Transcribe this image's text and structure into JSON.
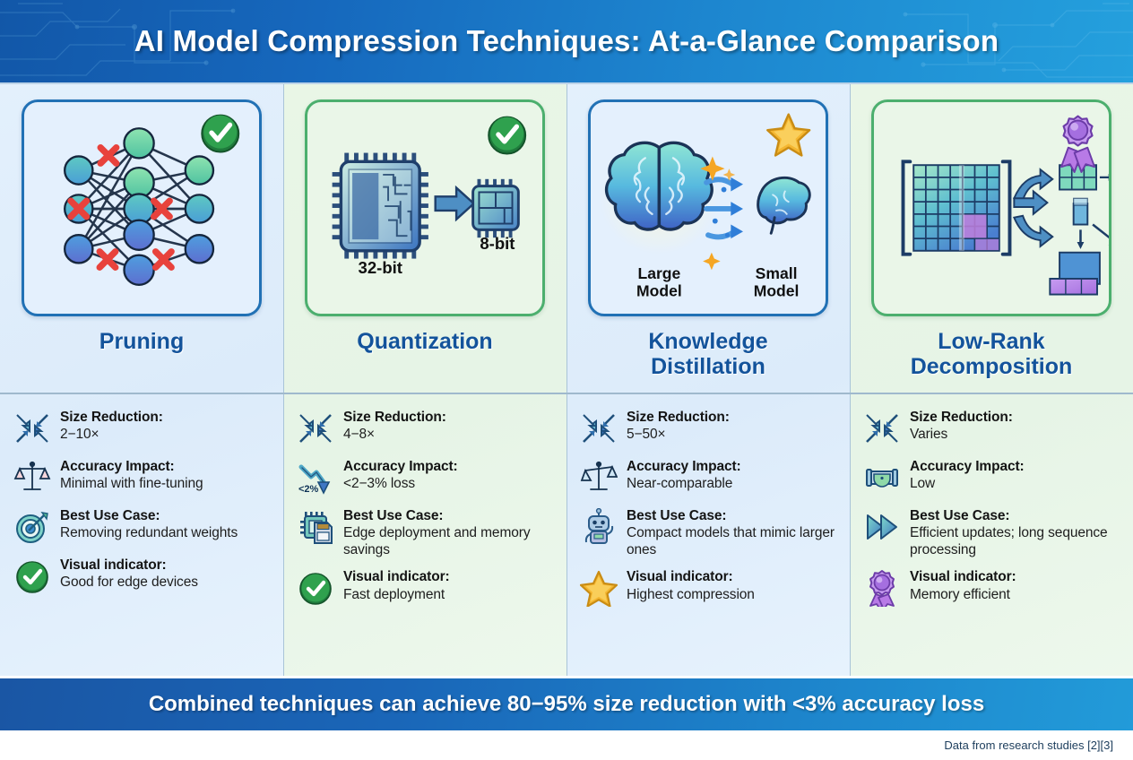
{
  "header": {
    "title": "AI Model Compression Techniques: At-a-Glance Comparison"
  },
  "banner": {
    "text": "Combined techniques can achieve 80−95% size reduction with <3% accuracy loss"
  },
  "footer": {
    "text": "Data from research studies [2][3]"
  },
  "labels": {
    "size_reduction": "Size Reduction:",
    "accuracy_impact": "Accuracy Impact:",
    "best_use_case": "Best Use Case:",
    "visual_indicator": "Visual indicator:"
  },
  "colors": {
    "header_start": "#1257a8",
    "header_end": "#24a0dd",
    "title_blue": "#13539b",
    "card_border_blue": "#2171b5",
    "card_border_green": "#4caf6e",
    "column_blue_bg": "#e3f0fc",
    "column_green_bg": "#e9f6e6",
    "badge_green": "#2e9e4f",
    "badge_star": "#f5b731",
    "badge_ribbon": "#a96fe0"
  },
  "columns": [
    {
      "name": "Pruning",
      "tint": "blue",
      "card_tint": "blue",
      "illustration": "neural-network-pruning",
      "badge": "check-badge",
      "card_labels": [],
      "details": [
        {
          "icon": "compress-arrows-icon",
          "label": "Size Reduction:",
          "value": "2−10×"
        },
        {
          "icon": "balance-scale-icon",
          "label": "Accuracy Impact:",
          "value": "Minimal with fine-tuning"
        },
        {
          "icon": "target-dart-icon",
          "label": "Best Use Case:",
          "value": "Removing redundant weights"
        },
        {
          "icon": "check-circle-icon",
          "label": "Visual indicator:",
          "value": "Good for edge devices"
        }
      ]
    },
    {
      "name": "Quantization",
      "tint": "green",
      "card_tint": "green",
      "illustration": "chip-32bit-to-8bit",
      "badge": "check-badge",
      "card_labels": [
        "32-bit",
        "8-bit"
      ],
      "details": [
        {
          "icon": "compress-arrows-icon",
          "label": "Size Reduction:",
          "value": "4−8×"
        },
        {
          "icon": "down-trend-arrow-icon",
          "label": "Accuracy Impact:",
          "value": "<2−3% loss",
          "icon_text": "<2%"
        },
        {
          "icon": "chip-memory-card-icon",
          "label": "Best Use Case:",
          "value": "Edge deployment and memory savings"
        },
        {
          "icon": "check-circle-icon",
          "label": "Visual indicator:",
          "value": "Fast deployment"
        }
      ]
    },
    {
      "name": "Knowledge\nDistillation",
      "tint": "blue",
      "card_tint": "blue",
      "illustration": "large-brain-to-small-brain",
      "badge": "star-badge",
      "card_labels": [
        "Large\nModel",
        "Small\nModel"
      ],
      "details": [
        {
          "icon": "compress-arrows-icon",
          "label": "Size Reduction:",
          "value": "5−50×"
        },
        {
          "icon": "balance-scale-icon",
          "label": "Accuracy Impact:",
          "value": "Near-comparable"
        },
        {
          "icon": "robot-icon",
          "label": "Best Use Case:",
          "value": "Compact models that mimic larger ones"
        },
        {
          "icon": "star-icon",
          "label": "Visual indicator:",
          "value": "Highest compression"
        }
      ]
    },
    {
      "name": "Low-Rank\nDecomposition",
      "tint": "green",
      "card_tint": "green",
      "illustration": "matrix-factorization",
      "badge": "ribbon-badge",
      "card_labels": [],
      "details": [
        {
          "icon": "compress-arrows-icon",
          "label": "Size Reduction:",
          "value": "Varies"
        },
        {
          "icon": "spirit-level-icon",
          "label": "Accuracy Impact:",
          "value": "Low"
        },
        {
          "icon": "fast-forward-icon",
          "label": "Best Use Case:",
          "value": "Efficient updates; long sequence processing"
        },
        {
          "icon": "ribbon-rosette-icon",
          "label": "Visual indicator:",
          "value": "Memory efficient"
        }
      ]
    }
  ]
}
